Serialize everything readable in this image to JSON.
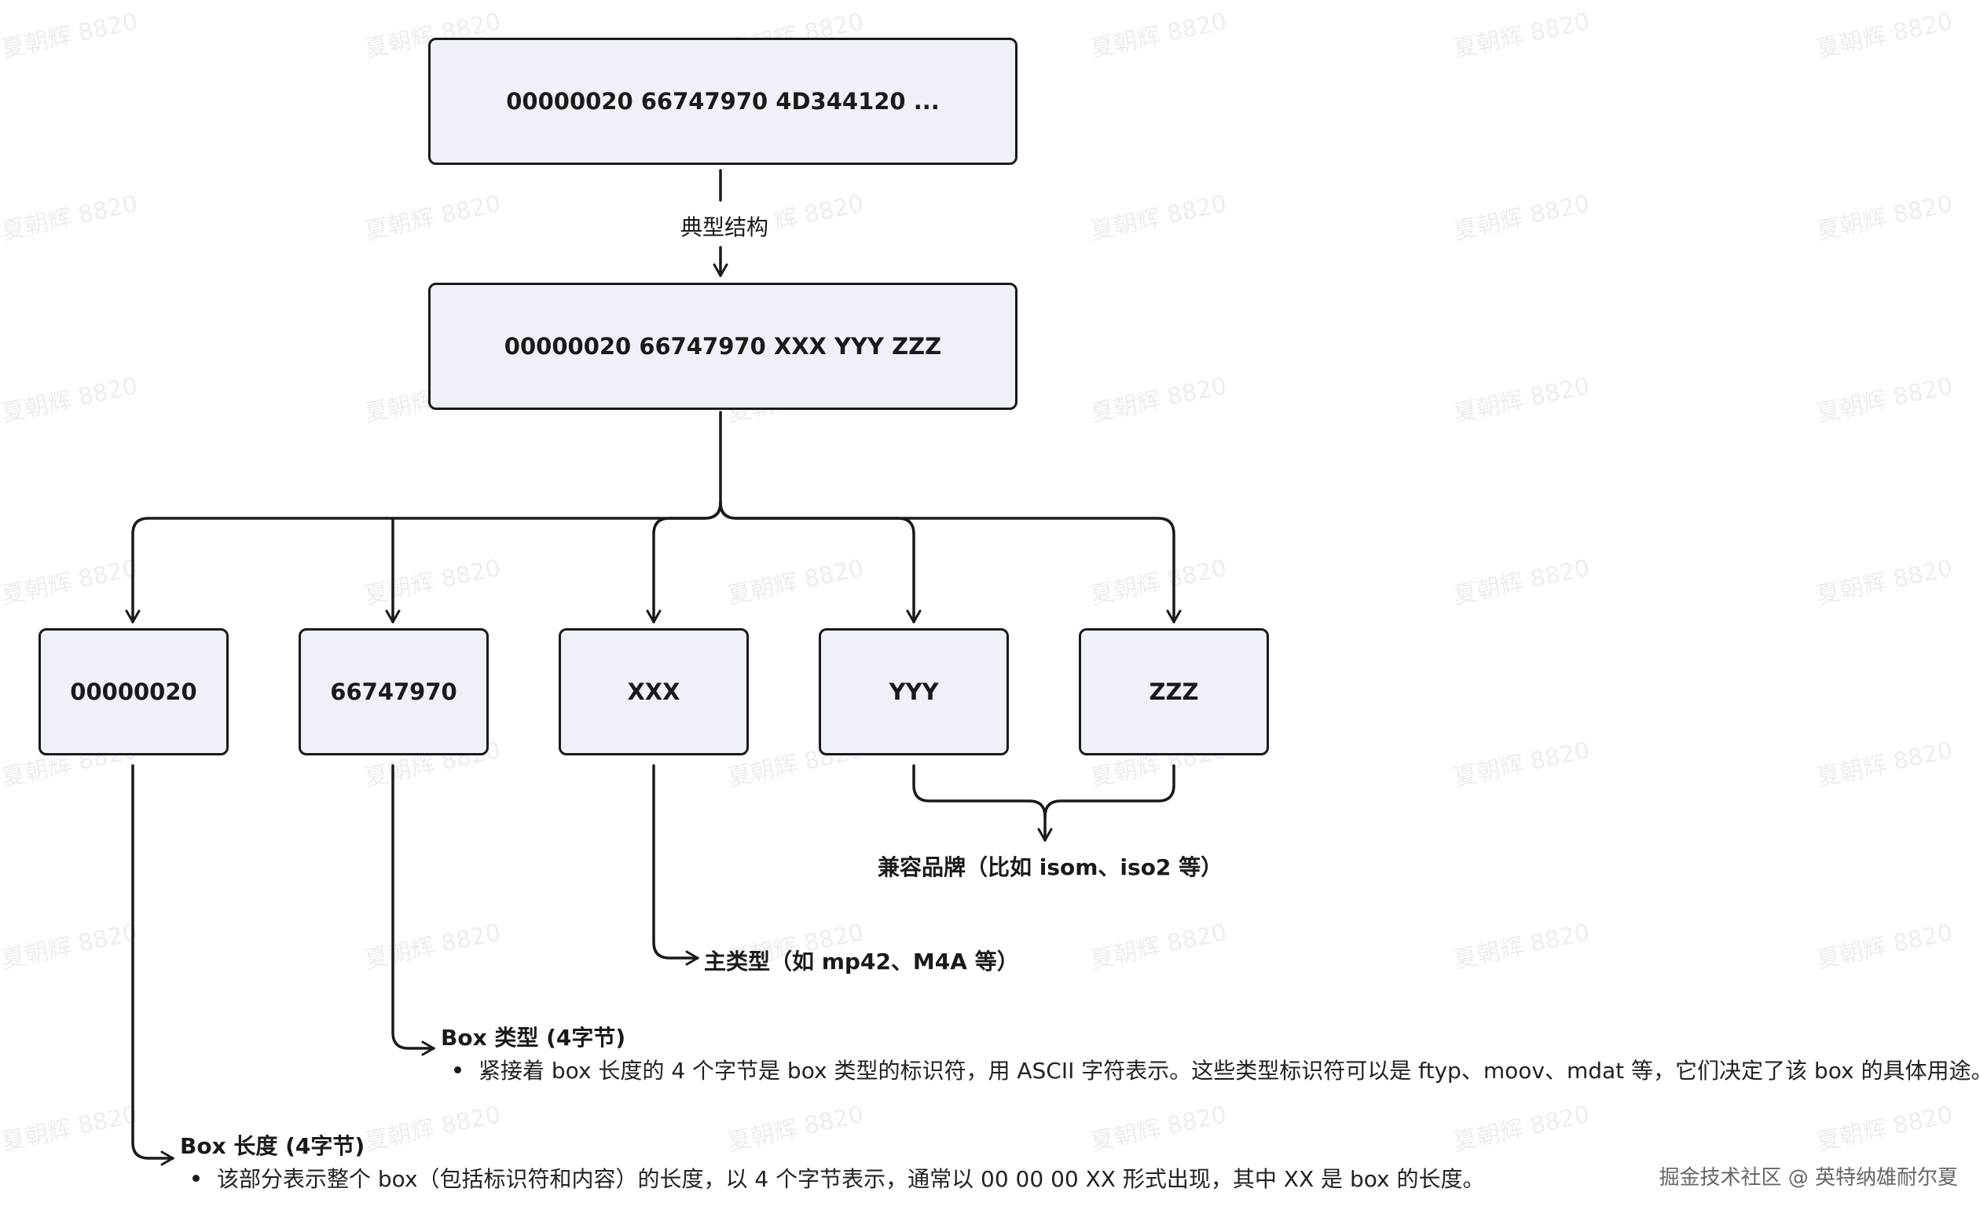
{
  "nodes": {
    "top": "00000020 66747970 4D344120 ...",
    "middle": "00000020 66747970 XXX YYY ZZZ",
    "leaf_1": "00000020",
    "leaf_2": "66747970",
    "leaf_3": "XXX",
    "leaf_4": "YYY",
    "leaf_5": "ZZZ"
  },
  "edge_label": "典型结构",
  "annotations": {
    "compatible_brands": "兼容品牌（比如 isom、iso2 等）",
    "major_brand": "主类型（如 mp42、M4A 等）",
    "box_type": {
      "title": "Box 类型 (4字节)",
      "desc": "紧接着 box 长度的 4 个字节是 box 类型的标识符，用 ASCII 字符表示。这些类型标识符可以是 ftyp、moov、mdat 等，它们决定了该 box 的具体用途。"
    },
    "box_length": {
      "title": "Box 长度 (4字节)",
      "desc": "该部分表示整个 box（包括标识符和内容）的长度，以 4 个字节表示，通常以 00 00 00 XX 形式出现，其中 XX 是 box 的长度。"
    }
  },
  "watermark_text": "夏朝辉 8820",
  "footer": "掘金技术社区 @ 英特纳雄耐尔夏",
  "colors": {
    "node_fill": "#eff1f9",
    "stroke": "#1a1a1a",
    "background": "#ffffff"
  }
}
